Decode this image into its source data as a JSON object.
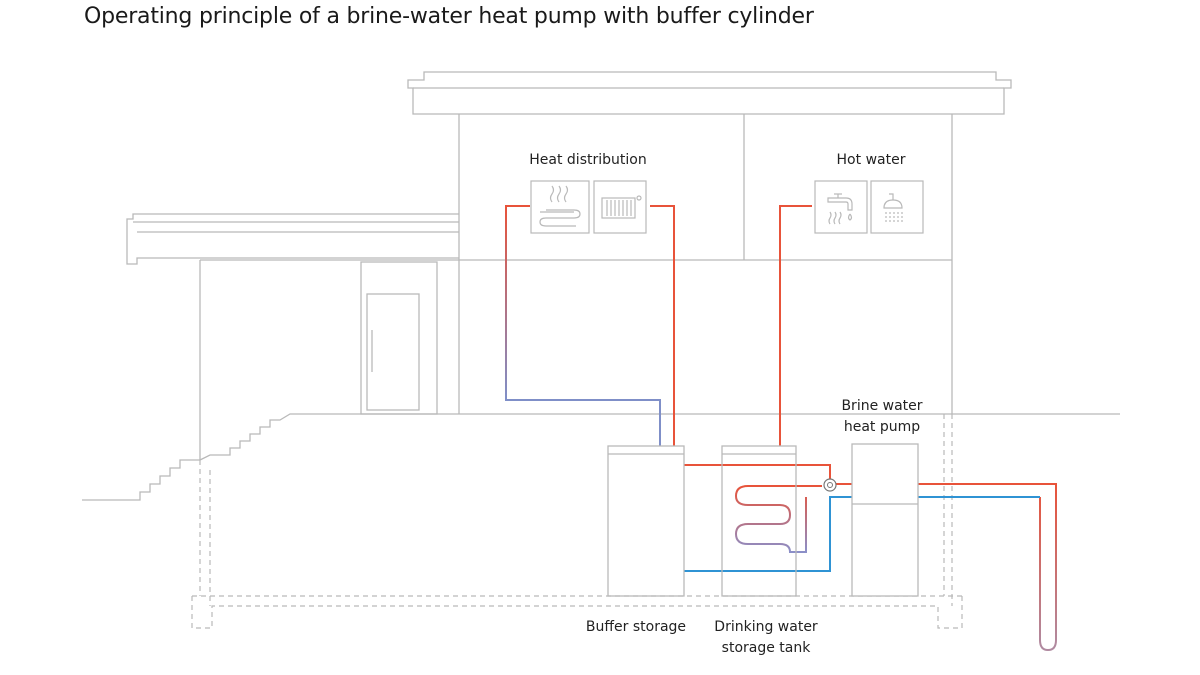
{
  "title": "Operating principle of a brine-water heat pump with buffer cylinder",
  "labels": {
    "heat_distribution": "Heat distribution",
    "hot_water": "Hot water",
    "heat_pump_line1": "Brine water",
    "heat_pump_line2": "heat pump",
    "buffer_storage": "Buffer storage",
    "drinking_line1": "Drinking water",
    "drinking_line2": "storage tank"
  },
  "icons": [
    "underfloor-heating-icon",
    "radiator-icon",
    "tap-icon",
    "shower-icon"
  ],
  "colors": {
    "outline": "#b9b9b9",
    "hot": "#e8533a",
    "cold": "#2f93d4",
    "return": "#8b8fc8"
  }
}
